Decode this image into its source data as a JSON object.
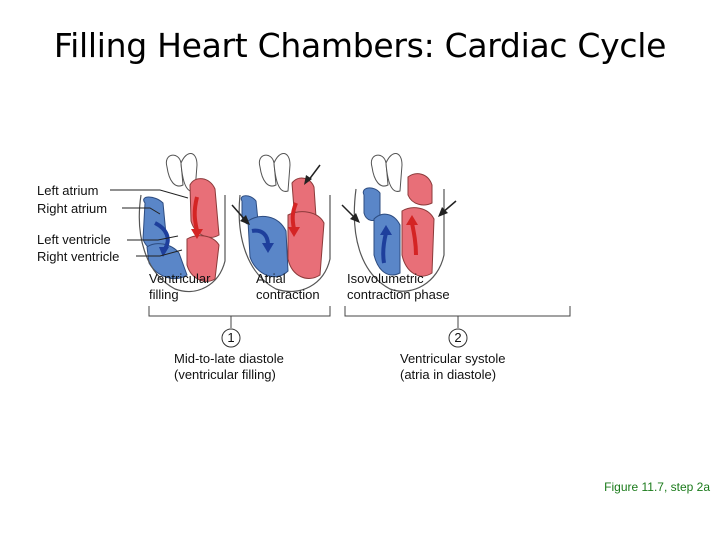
{
  "title": "Filling Heart Chambers: Cardiac Cycle",
  "structures": {
    "left_atrium": "Left atrium",
    "right_atrium": "Right atrium",
    "left_ventricle": "Left ventricle",
    "right_ventricle": "Right ventricle"
  },
  "phases": [
    {
      "line1": "Ventricular",
      "line2": "filling"
    },
    {
      "line1": "Atrial",
      "line2": "contraction"
    },
    {
      "line1": "Isovolumetric",
      "line2": "contraction phase"
    }
  ],
  "stages": [
    {
      "number": "1",
      "line1": "Mid-to-late diastole",
      "line2": "(ventricular filling)"
    },
    {
      "number": "2",
      "line1": "Ventricular systole",
      "line2": "(atria in diastole)"
    }
  ],
  "caption": "Figure 11.7, step 2a",
  "colors": {
    "oxygenated": "#e86f78",
    "deoxygenated": "#5a86c8",
    "arrow_red": "#d42424",
    "arrow_blue": "#1e3f9c",
    "caption_green": "#1a7a1a"
  }
}
